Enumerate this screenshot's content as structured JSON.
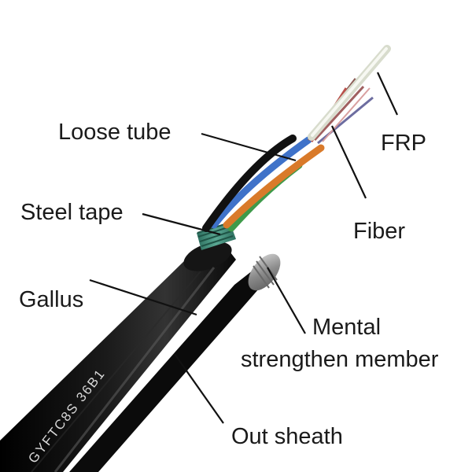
{
  "labels": {
    "loose_tube": "Loose tube",
    "frp": "FRP",
    "steel_tape": "Steel tape",
    "fiber": "Fiber",
    "gallus": "Gallus",
    "mental_strength_line1": "Mental",
    "mental_strength_line2": "strengthen member",
    "out_sheath": "Out sheath"
  },
  "cable_print": "GYFTC8S 36B1",
  "colors": {
    "sheath": "#0c0c0c",
    "steel_tape": "#3f8f7a",
    "frp": "#eef0e6",
    "tube_blue": "#3f72c9",
    "tube_orange": "#d97a2a",
    "tube_green": "#3f9a4a",
    "tube_black": "#111111",
    "fiber_brown": "#8a5a54",
    "steel_wire": "#9a9a9a",
    "leader_line": "#111111",
    "text": "#1a1a1a"
  }
}
